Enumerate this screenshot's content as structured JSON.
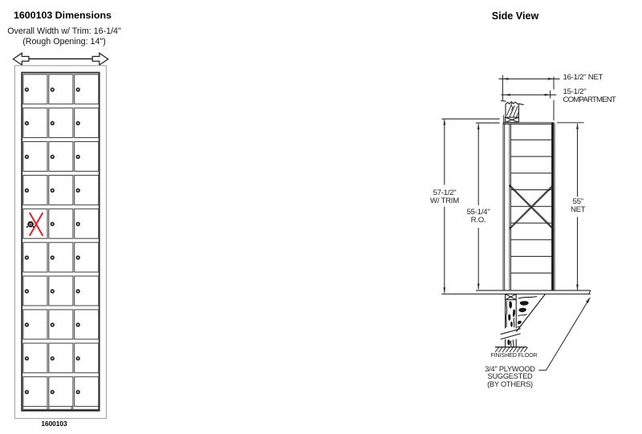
{
  "front_view": {
    "title": "1600103 Dimensions",
    "overall_width_note": "Overall Width w/ Trim: 16-1/4\"",
    "rough_opening_note": "(Rough Opening: 14\")",
    "model_number": "1600103",
    "grid": {
      "rows": 10,
      "columns": 3,
      "master_door": {
        "row": 5,
        "column": 1
      }
    }
  },
  "side_view": {
    "title": "Side View",
    "dimensions": {
      "net_width": "16-1/2\" NET",
      "compartment_depth_line1": "15-1/2\"",
      "compartment_depth_line2": "COMPARTMENT",
      "height_with_trim_line1": "57-1/2\"",
      "height_with_trim_line2": "W/ TRIM",
      "rough_opening_line1": "55-1/4\"",
      "rough_opening_line2": "R.O.",
      "net_height_line1": "55\"",
      "net_height_line2": "NET"
    },
    "labels": {
      "finished_floor": "FINISHED FLOOR",
      "plywood_note_line1": "3/4\" PLYWOOD",
      "plywood_note_line2": "SUGGESTED",
      "plywood_note_line3": "(BY OTHERS)"
    }
  },
  "colors": {
    "line": "#2a2a2a",
    "trim_gray": "#a9a9a9",
    "master_x_red": "#ed1c24",
    "text": "#000000"
  }
}
